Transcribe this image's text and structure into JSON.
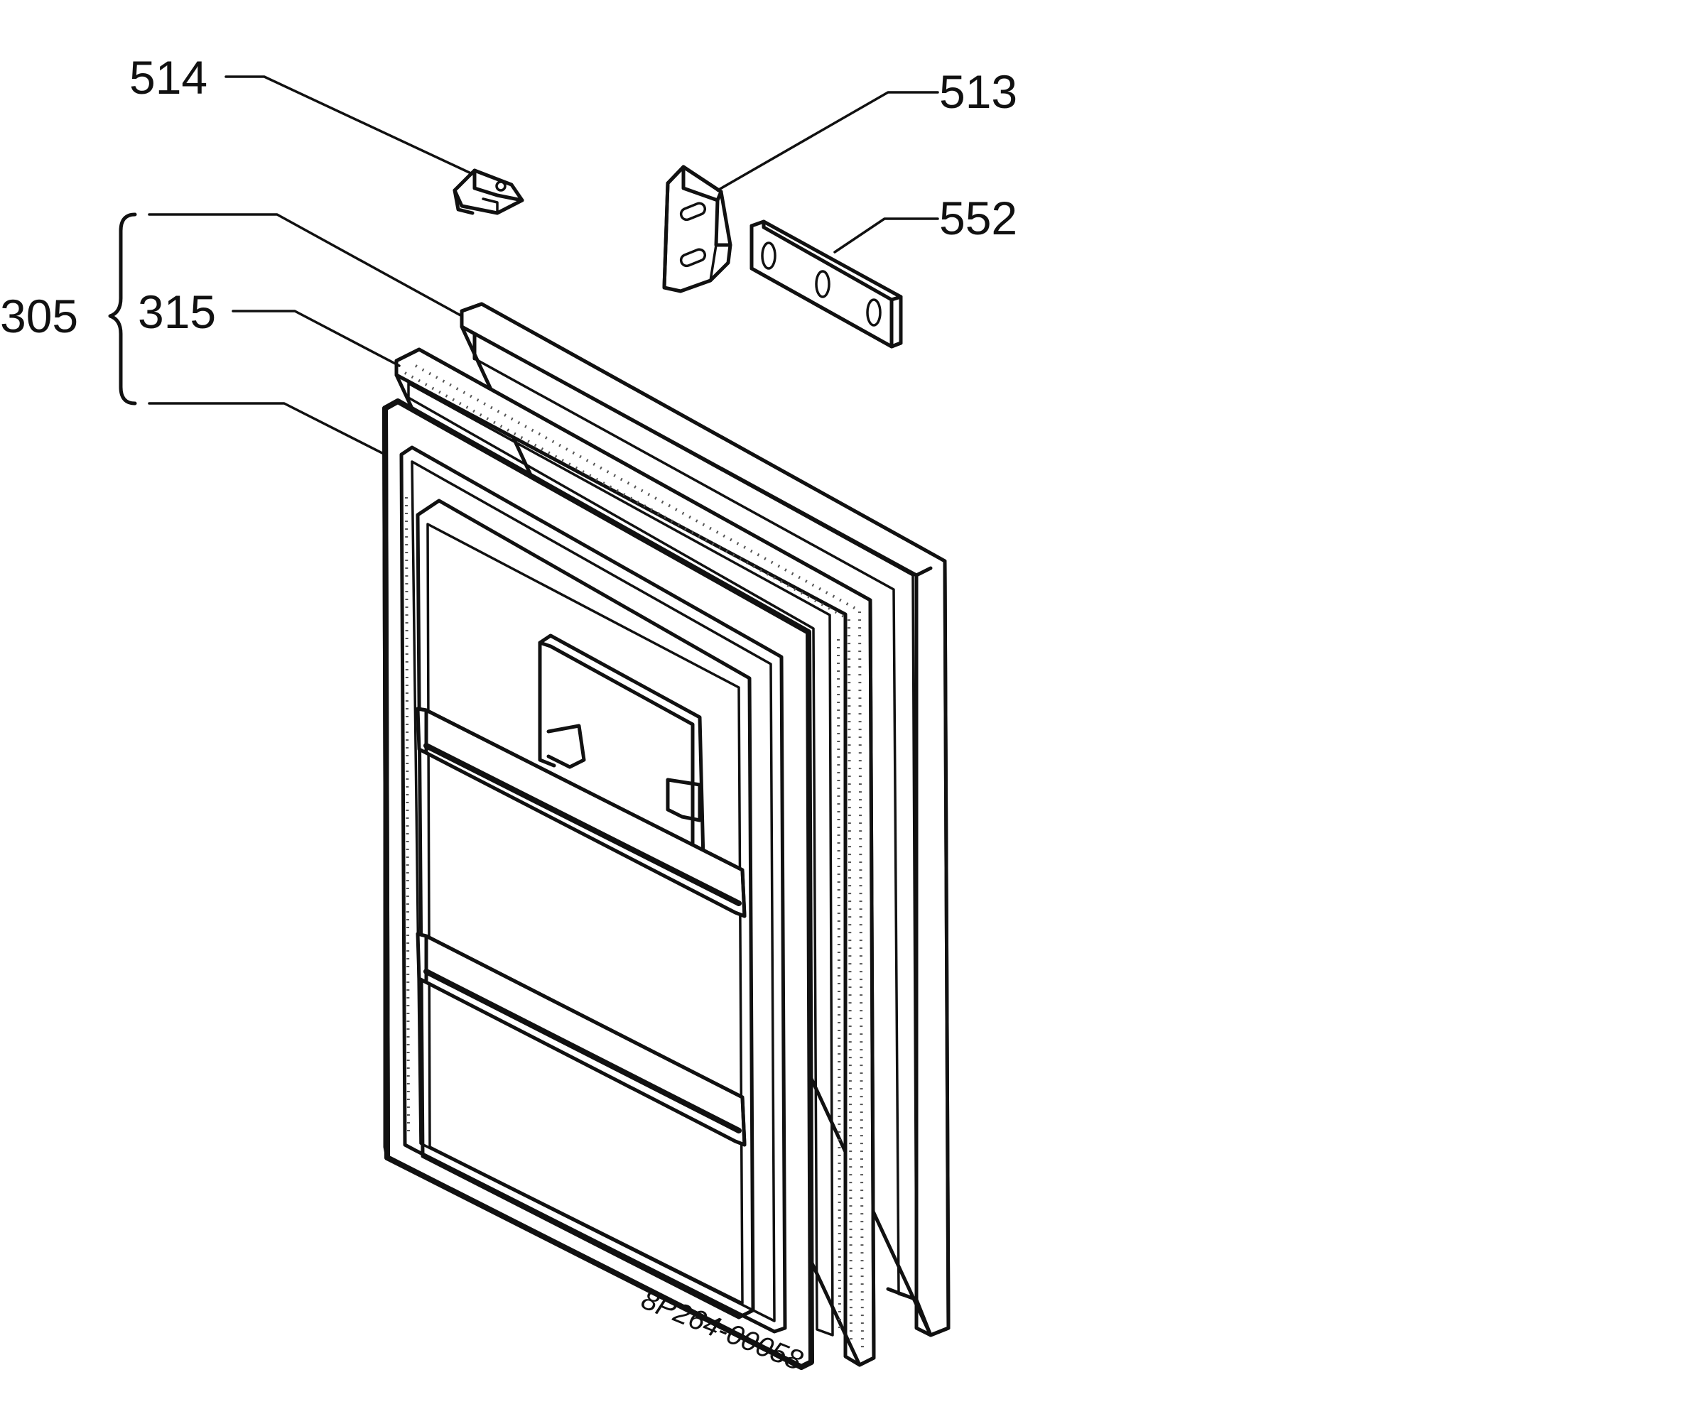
{
  "labels": {
    "l514": "514",
    "l513": "513",
    "l552": "552",
    "l305": "305",
    "l315": "315"
  },
  "drawing_code": "8P264-00058",
  "colors": {
    "ink": "#111111",
    "paper": "#ffffff"
  }
}
